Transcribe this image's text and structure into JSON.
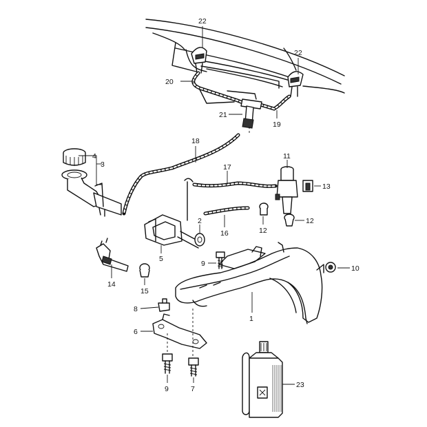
{
  "callouts": {
    "c22a": "22",
    "c22b": "22",
    "c20": "20",
    "c21": "21",
    "c19": "19",
    "c18": "18",
    "c4": "4",
    "c3": "3",
    "c17": "17",
    "c11": "11",
    "c13": "13",
    "c2": "2",
    "c16": "16",
    "c12a": "12",
    "c12b": "12",
    "c5": "5",
    "c9a": "9",
    "c10": "10",
    "c14": "14",
    "c15": "15",
    "c8": "8",
    "c1": "1",
    "c6": "6",
    "c9b": "9",
    "c7": "7",
    "c23": "23"
  }
}
